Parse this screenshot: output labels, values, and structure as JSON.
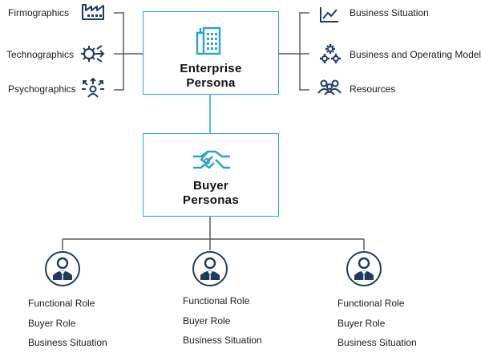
{
  "colors": {
    "accent": "#2aa3c9",
    "navy": "#1f3a5f",
    "line": "#5a5a5a"
  },
  "enterprise": {
    "title_line1": "Enterprise",
    "title_line2": "Persona",
    "icon": "building-icon"
  },
  "buyer": {
    "title_line1": "Buyer",
    "title_line2": "Personas",
    "icon": "handshake-icon"
  },
  "left_attributes": [
    {
      "label": "Firmographics",
      "icon": "factory-icon"
    },
    {
      "label": "Technographics",
      "icon": "gear-network-icon"
    },
    {
      "label": "Psychographics",
      "icon": "people-network-icon"
    }
  ],
  "right_attributes": [
    {
      "label": "Business Situation",
      "icon": "line-chart-icon"
    },
    {
      "label": "Business and Operating Model",
      "icon": "gears-icon"
    },
    {
      "label": "Resources",
      "icon": "team-icon"
    }
  ],
  "personas": [
    {
      "icon": "person-icon",
      "items": [
        "Functional Role",
        "Buyer Role",
        "Business Situation"
      ]
    },
    {
      "icon": "person-icon",
      "items": [
        "Functional Role",
        "Buyer Role",
        "Business Situation"
      ]
    },
    {
      "icon": "person-icon",
      "items": [
        "Functional Role",
        "Buyer Role",
        "Business Situation"
      ]
    }
  ]
}
